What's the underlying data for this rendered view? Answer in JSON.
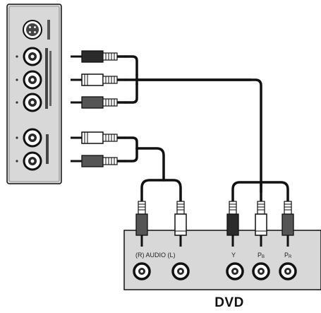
{
  "device": {
    "name": "DVD"
  },
  "dvd_panel": {
    "audio_label": "(R) AUDIO (L)",
    "y_label": "Y",
    "pb_main": "P",
    "pb_sub": "B",
    "pr_main": "P",
    "pr_sub": "R"
  },
  "colors": {
    "line": "#111111",
    "panel_fill": "#d8d8d8",
    "jack_ring": "#2a2a2a",
    "plug_dark": "#2b2b2b",
    "plug_white": "#ffffff"
  },
  "icons": {
    "svideo": "s-video-jack-icon",
    "rca": "rca-jack-icon",
    "plug": "rca-plug-icon"
  }
}
